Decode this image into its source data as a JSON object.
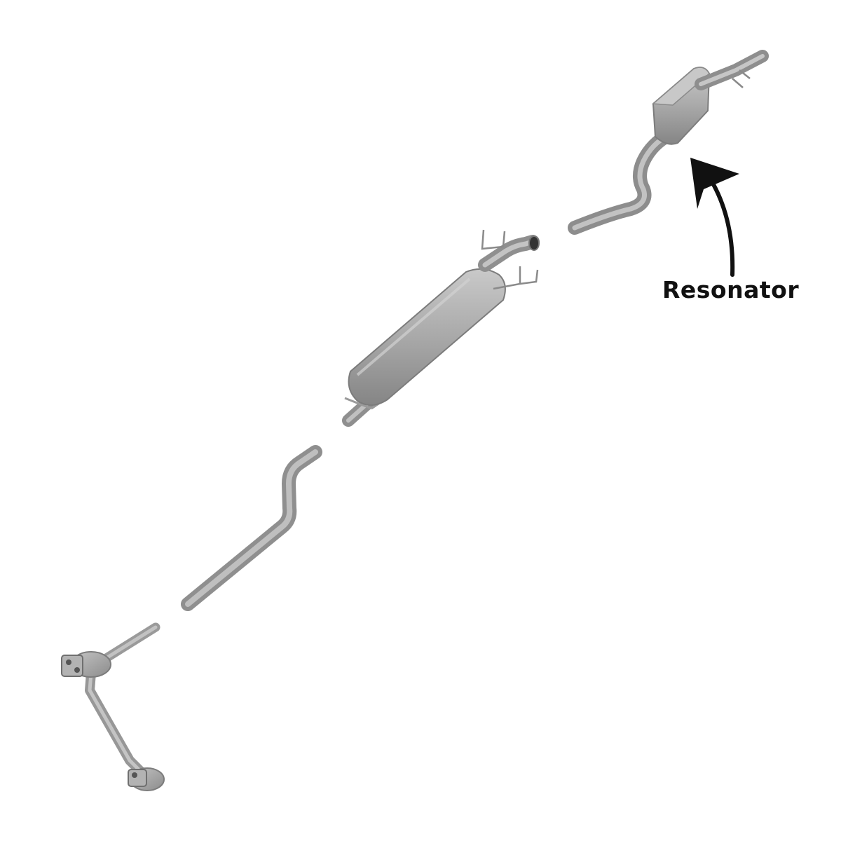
{
  "annotation": {
    "label": "Resonator",
    "arrow_icon": "curved-arrow-icon"
  },
  "parts": [
    {
      "name": "manifold-y-pipe",
      "icon": "y-pipe-icon"
    },
    {
      "name": "intermediate-pipe",
      "icon": "pipe-icon"
    },
    {
      "name": "muffler",
      "icon": "muffler-icon"
    },
    {
      "name": "tail-pipe",
      "icon": "pipe-icon"
    },
    {
      "name": "resonator",
      "icon": "resonator-icon"
    }
  ],
  "colors": {
    "background": "#ffffff",
    "metal_light": "#bdbdbd",
    "metal_mid": "#a3a3a3",
    "metal_dark": "#7a7a7a",
    "text": "#111111"
  }
}
